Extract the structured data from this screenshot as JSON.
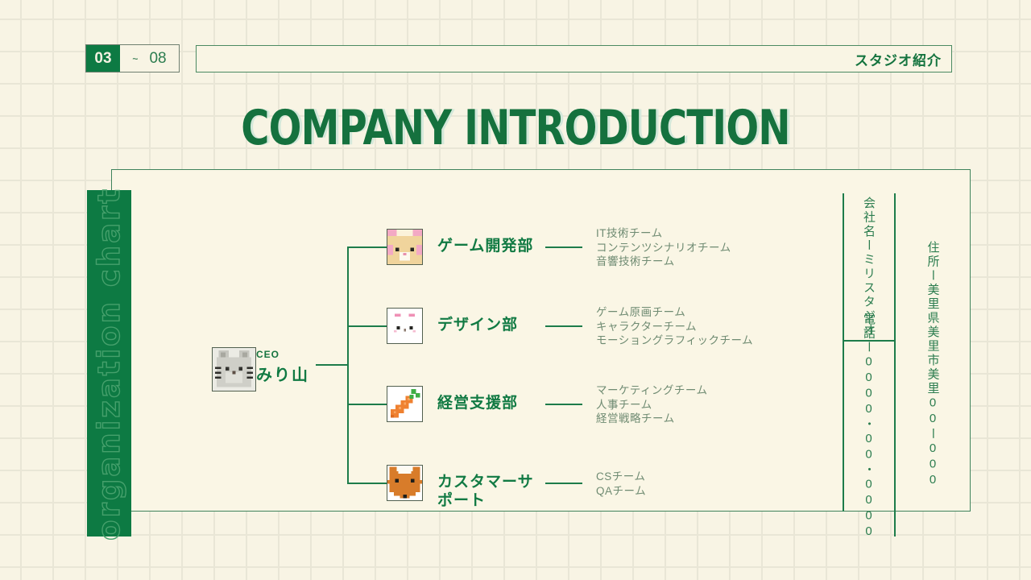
{
  "header": {
    "page_start": "03",
    "tilde": "~",
    "page_end": "08",
    "section_label": "スタジオ紹介"
  },
  "title": "COMPANY INTRODUCTION",
  "sidebar_label": "organization chart",
  "org": {
    "ceo": {
      "role": "CEO",
      "name": "みり山",
      "icon": "gray-cat-pixel-icon"
    },
    "departments": [
      {
        "name": "ゲーム開発部",
        "icon": "cat-pixel-icon",
        "teams": [
          "IT技術チーム",
          "コンテンツシナリオチーム",
          "音響技術チーム"
        ]
      },
      {
        "name": "デザイン部",
        "icon": "rabbit-pixel-icon",
        "teams": [
          "ゲーム原画チーム",
          "キャラクターチーム",
          "モーショングラフィックチーム"
        ]
      },
      {
        "name": "経営支援部",
        "icon": "carrot-pixel-icon",
        "teams": [
          "マーケティングチーム",
          "人事チーム",
          "経営戦略チーム"
        ]
      },
      {
        "name": "カスタマーサポート",
        "icon": "fox-pixel-icon",
        "teams": [
          "CSチーム",
          "QAチーム"
        ]
      }
    ]
  },
  "info_panel": {
    "company": "会社名ーミリスタジオ",
    "phone": "電話ー0000・00・0000",
    "address": "住所ー美里県美里市美里00ー000"
  },
  "colors": {
    "accent_green": "#0d7a43",
    "text_green": "#117a43",
    "muted_green": "#6f8b72",
    "panel_green": "#2c7d4f",
    "background_cream": "#f8f4e4",
    "panel_cream": "#faf6e5",
    "grid_line": "#e9e6d6"
  }
}
